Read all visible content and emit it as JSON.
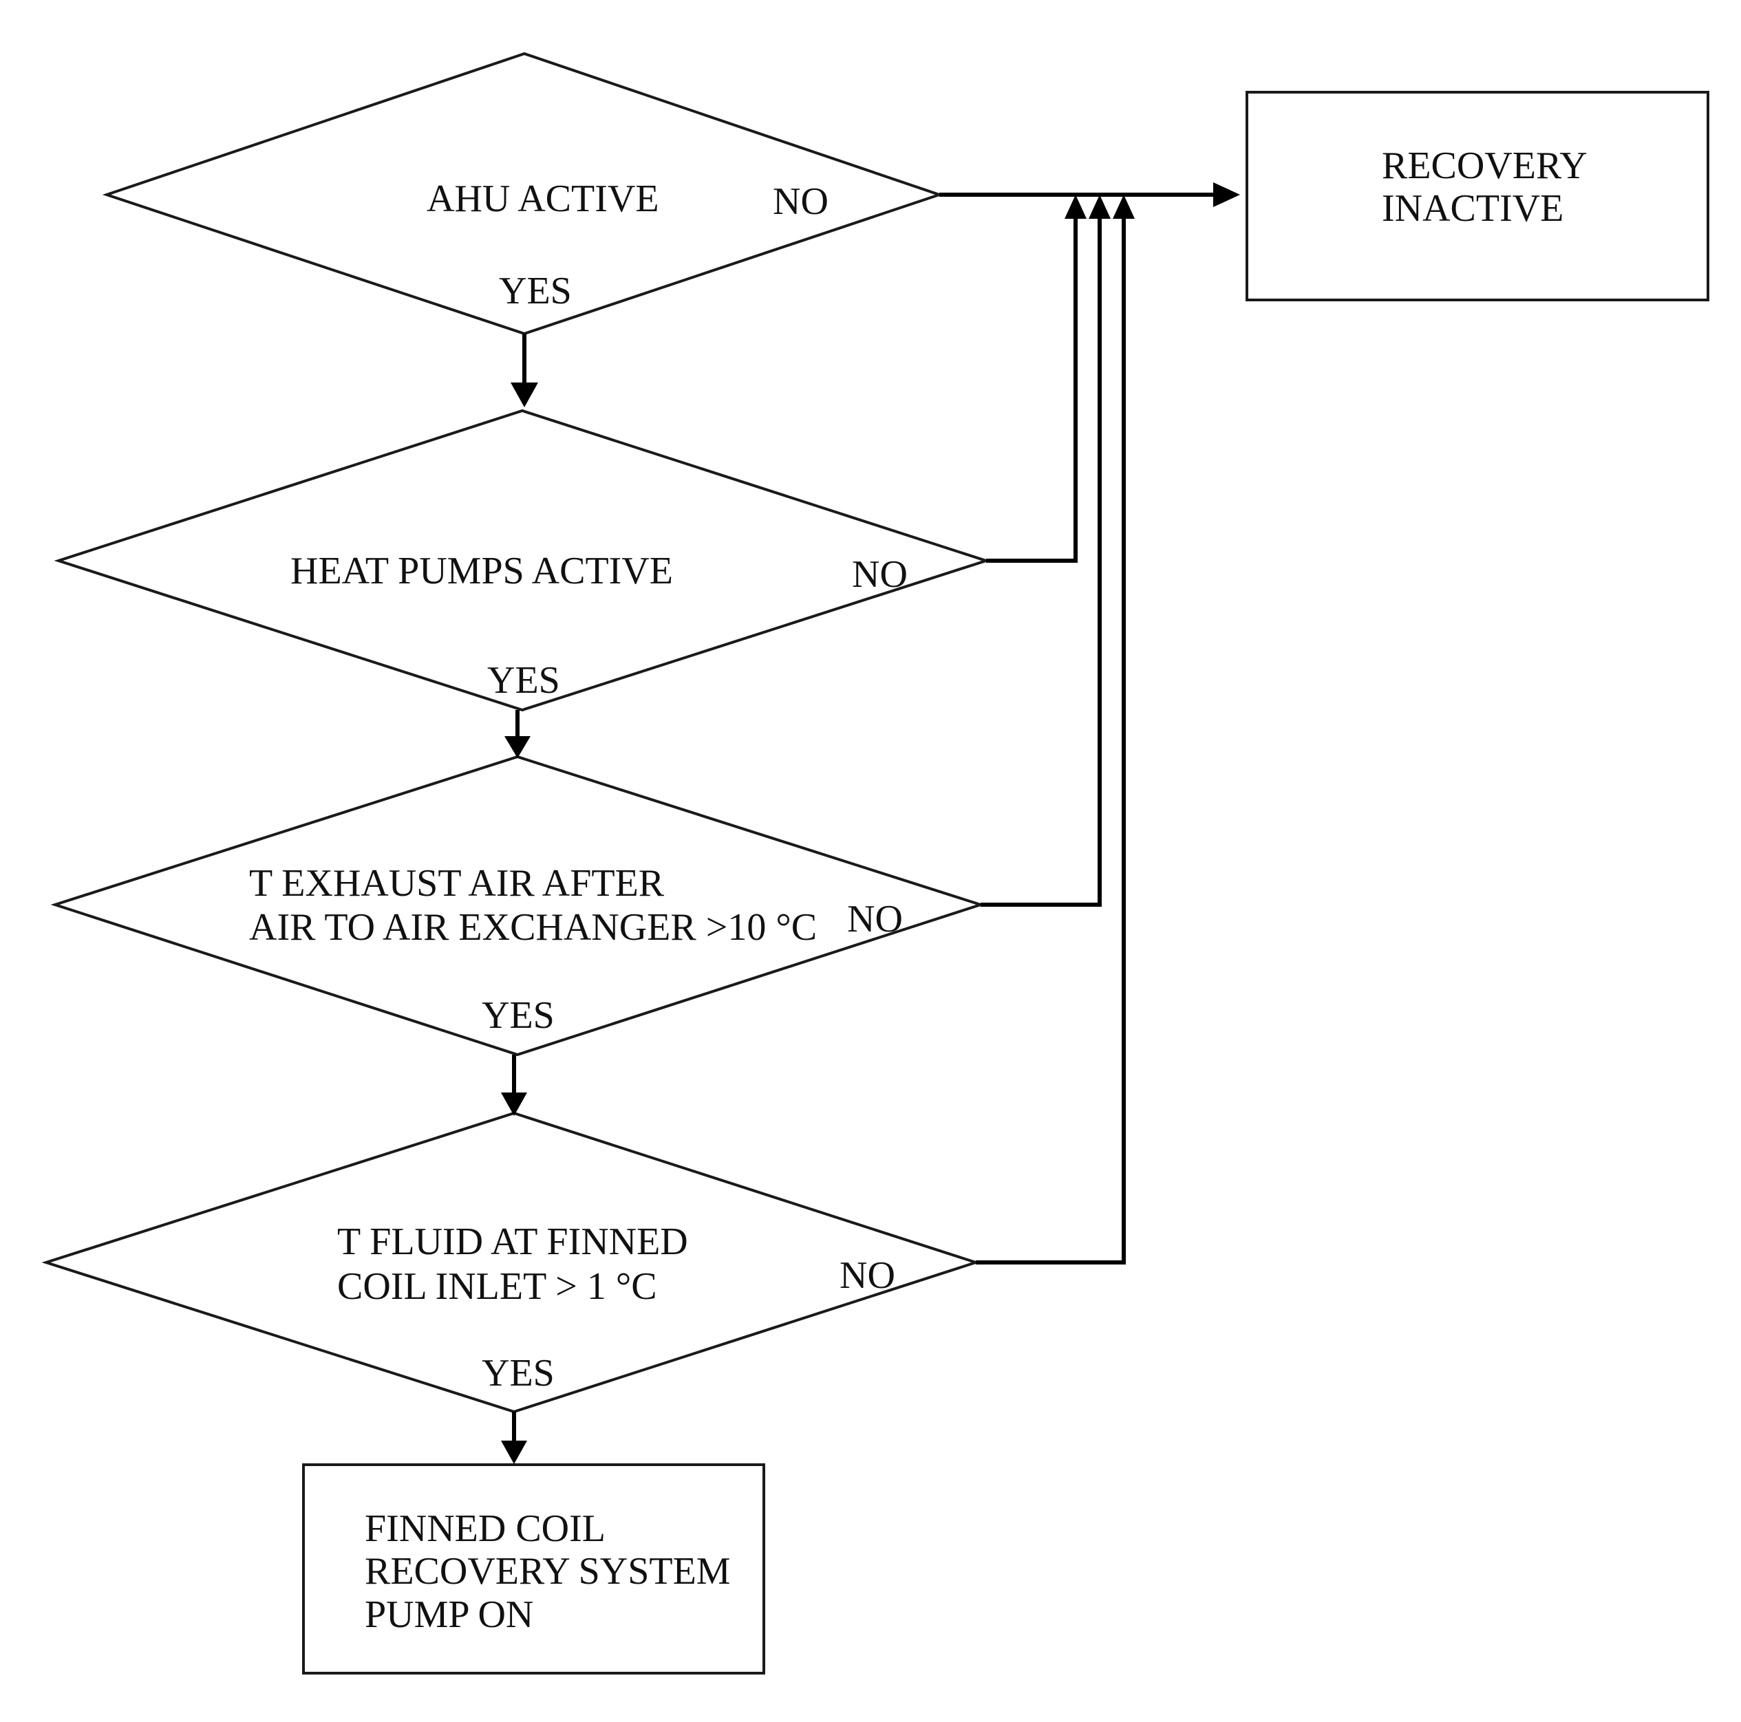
{
  "nodes": {
    "ahu_active": {
      "label": "AHU ACTIVE",
      "yes_label": "YES",
      "no_label": "NO"
    },
    "heat_pumps_active": {
      "label": "HEAT PUMPS ACTIVE",
      "yes_label": "YES",
      "no_label": "NO"
    },
    "t_exhaust_air": {
      "line1": "T EXHAUST AIR AFTER",
      "line2": "AIR TO AIR EXCHANGER >10 °C",
      "yes_label": "YES",
      "no_label": "NO"
    },
    "t_fluid": {
      "line1": "T FLUID AT FINNED",
      "line2": "COIL INLET > 1 °C",
      "yes_label": "YES",
      "no_label": "NO"
    },
    "recovery_inactive": {
      "line1": "RECOVERY",
      "line2": "INACTIVE"
    },
    "pump_on": {
      "line1": "FINNED COIL",
      "line2": "RECOVERY SYSTEM",
      "line3": "PUMP ON"
    }
  },
  "colors": {
    "stroke": "#1a1a1a",
    "text": "#111111",
    "background": "#ffffff"
  }
}
